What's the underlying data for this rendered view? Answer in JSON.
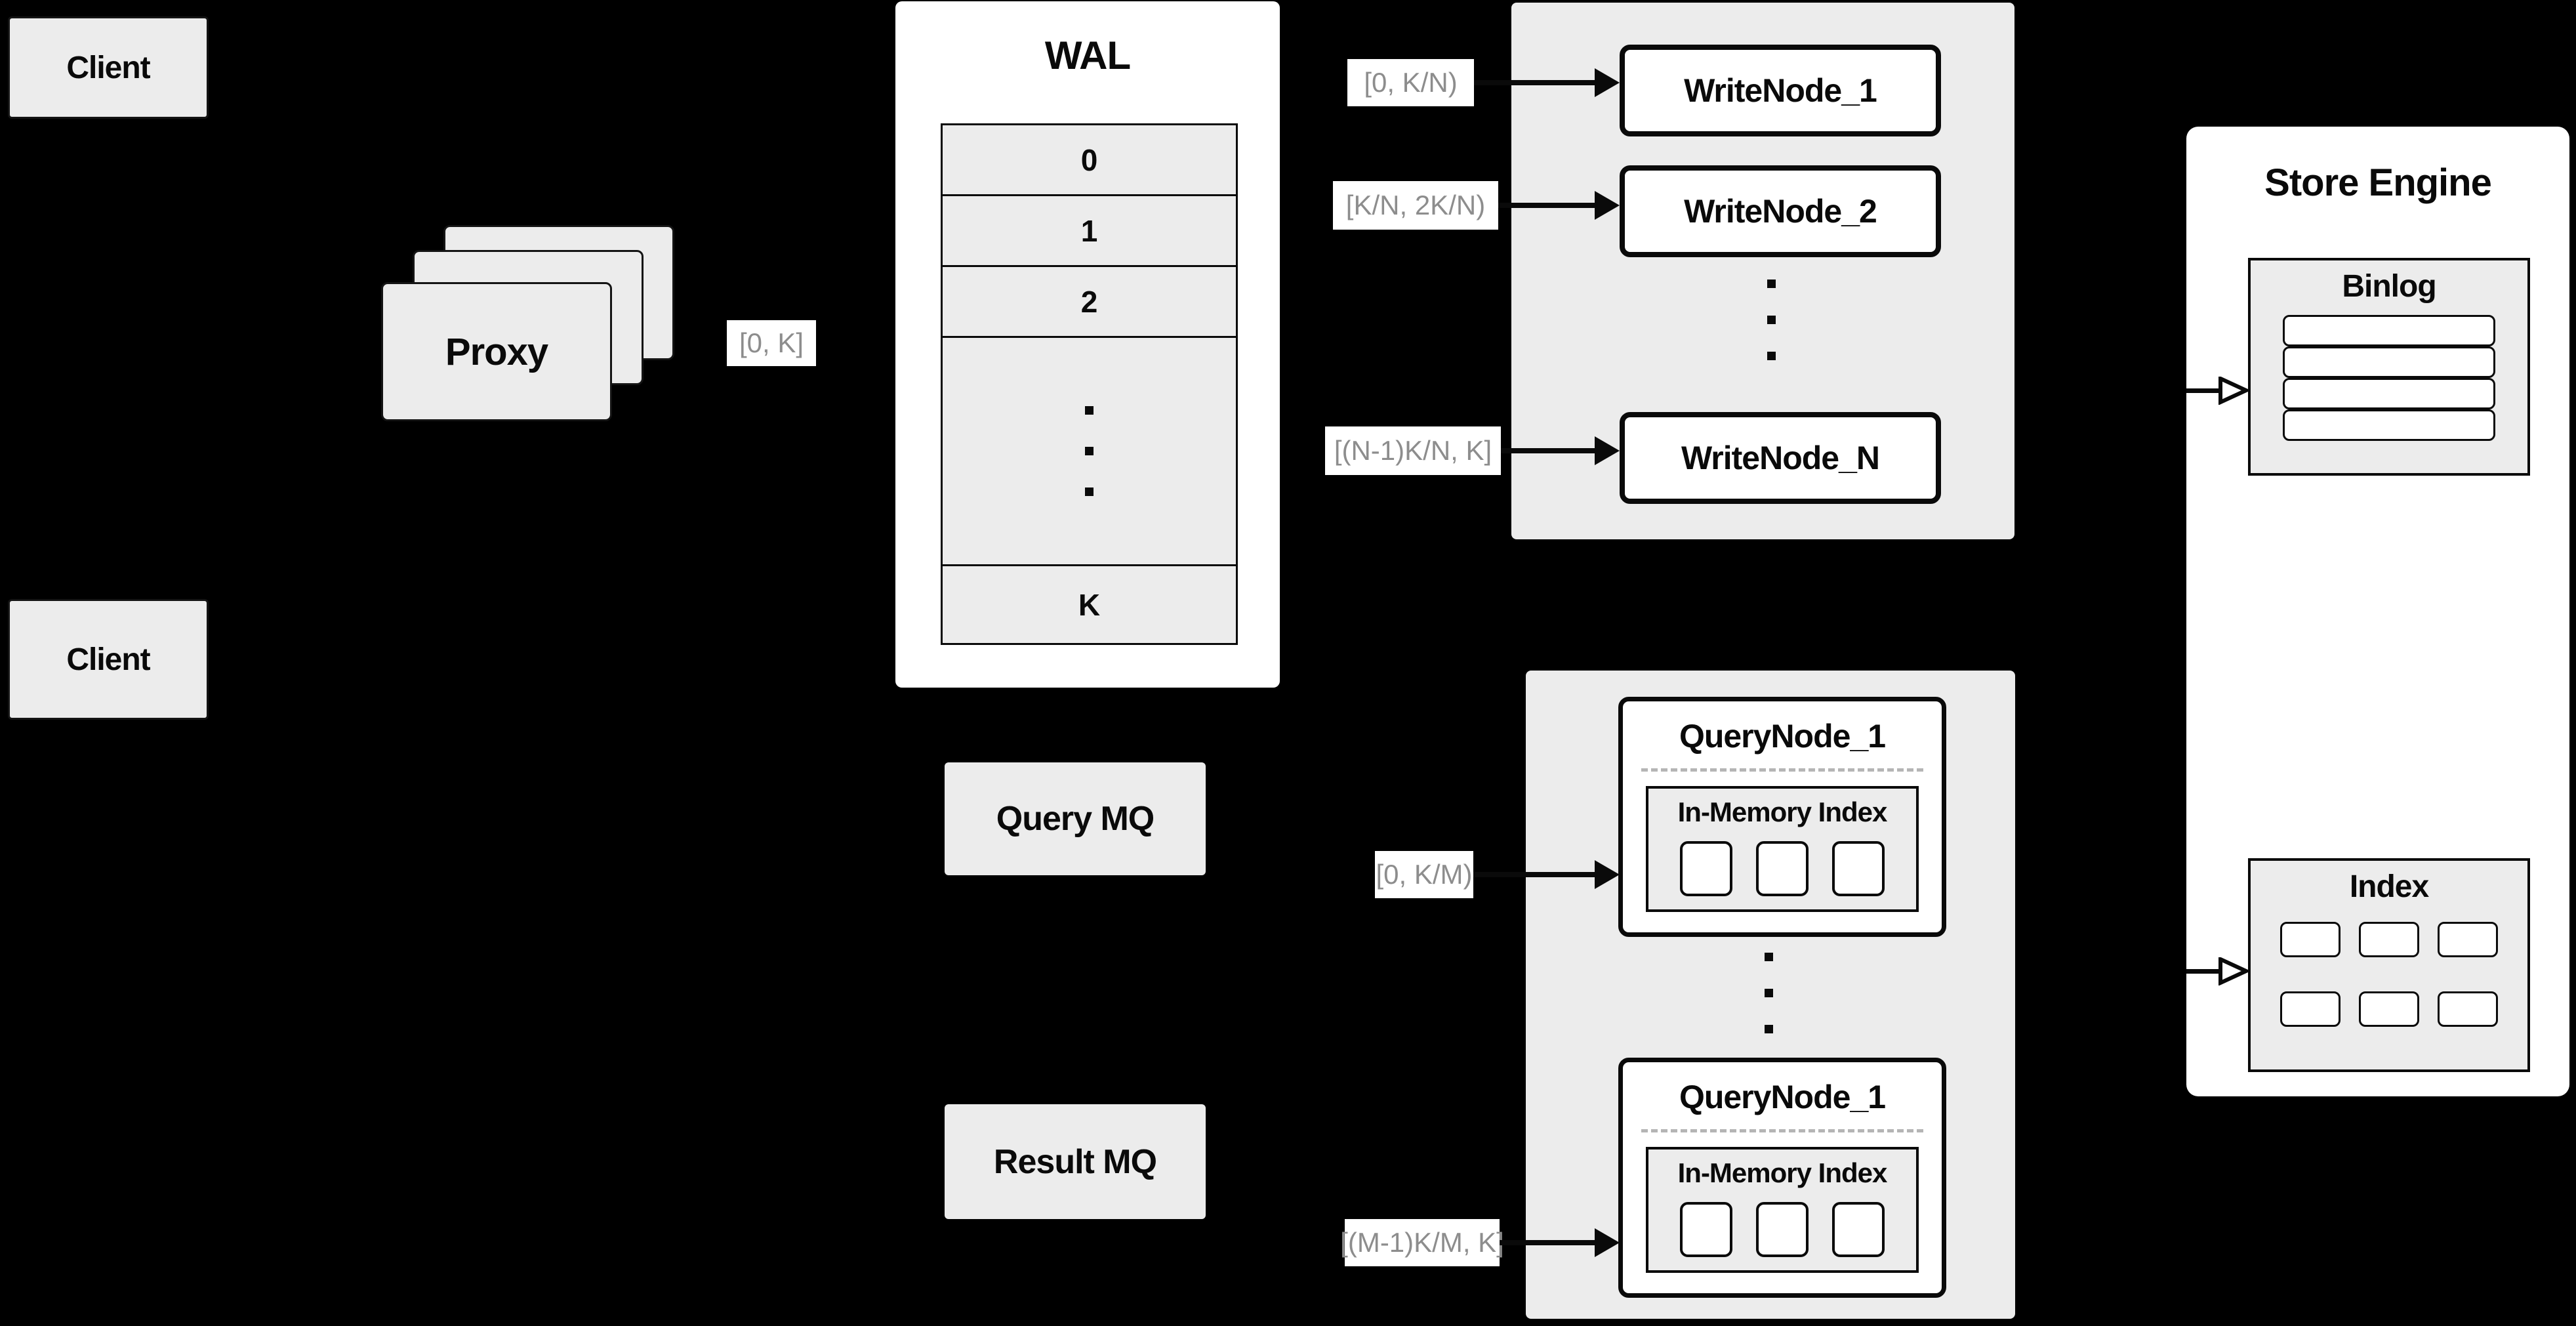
{
  "colors": {
    "background": "#000000",
    "panel_gray": "#ececec",
    "box_white": "#ffffff",
    "ink": "#0a0a0a",
    "range_label_text": "#8d8d8d",
    "dashed_separator": "#b5b5b5"
  },
  "clients": {
    "top": "Client",
    "bottom": "Client"
  },
  "proxy": {
    "label": "Proxy",
    "range": "[0, K]"
  },
  "wal": {
    "title": "WAL",
    "rows": [
      "0",
      "1",
      "2"
    ],
    "last_row": "K"
  },
  "write_cluster": {
    "nodes": [
      {
        "label": "WriteNode_1",
        "range": "[0, K/N)"
      },
      {
        "label": "WriteNode_2",
        "range": "[K/N, 2K/N)"
      },
      {
        "label": "WriteNode_N",
        "range": "[(N-1)K/N, K]"
      }
    ]
  },
  "store_engine": {
    "title": "Store Engine",
    "binlog_title": "Binlog",
    "binlog_row_count": 4,
    "index_title": "Index",
    "index_cell_count": 6
  },
  "mq": {
    "query": "Query MQ",
    "result": "Result MQ"
  },
  "query_cluster": {
    "nodes": [
      {
        "title": "QueryNode_1",
        "subtitle": "In-Memory Index",
        "range": "[0, K/M)"
      },
      {
        "title": "QueryNode_1",
        "subtitle": "In-Memory Index",
        "range": "[(M-1)K/M, K]"
      }
    ]
  }
}
